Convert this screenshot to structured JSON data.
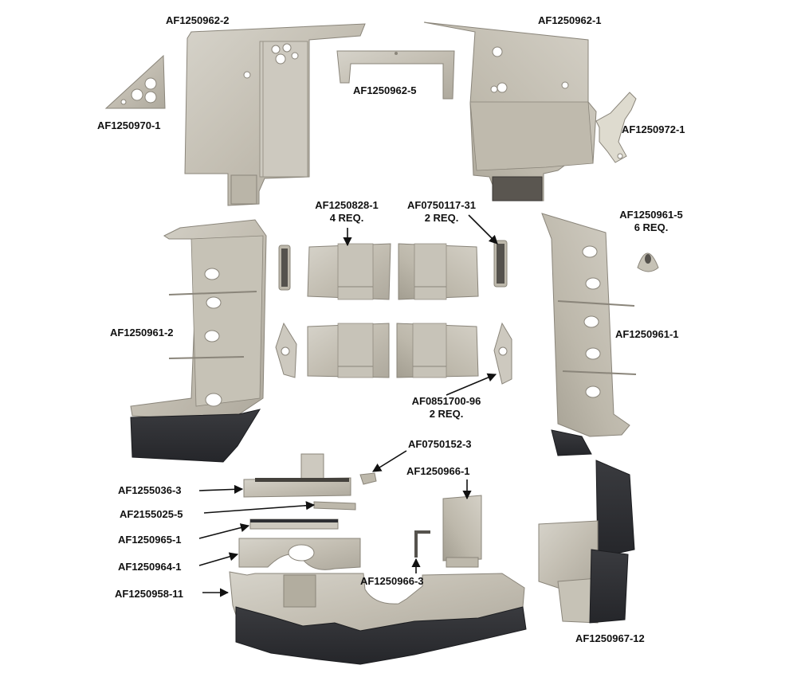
{
  "parts": {
    "p0962_2": "AF1250962-2",
    "p0962_1": "AF1250962-1",
    "p0962_5": "AF1250962-5",
    "p0970_1": "AF1250970-1",
    "p0972_1": "AF1250972-1",
    "p0828_1": "AF1250828-1",
    "p0828_1_qty": "4 REQ.",
    "p0117_31": "AF0750117-31",
    "p0117_31_qty": "2 REQ.",
    "p0961_5": "AF1250961-5",
    "p0961_5_qty": "6 REQ.",
    "p0961_2": "AF1250961-2",
    "p0961_1": "AF1250961-1",
    "p1700_96": "AF0851700-96",
    "p1700_96_qty": "2 REQ.",
    "p0152_3": "AF0750152-3",
    "p5036_3": "AF1255036-3",
    "p5025_5": "AF2155025-5",
    "p0965_1": "AF1250965-1",
    "p0964_1": "AF1250964-1",
    "p0958_11": "AF1250958-11",
    "p0966_1": "AF1250966-1",
    "p0966_3": "AF1250966-3",
    "p0967_12": "AF1250967-12"
  },
  "colors": {
    "metal": "#c9c5bb",
    "metal_dark": "#a9a498",
    "metal_edge": "#8a857a",
    "rubber": "#2e2f33",
    "rubber_edge": "#1c1d20"
  }
}
